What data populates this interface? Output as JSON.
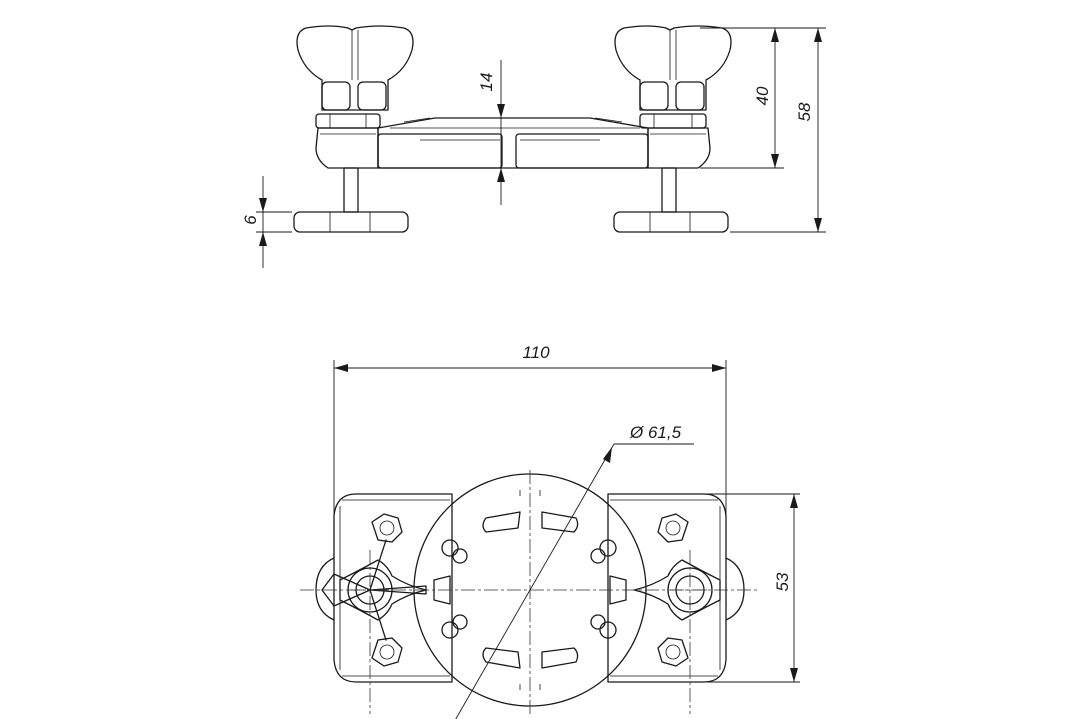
{
  "drawing": {
    "dimensions": {
      "overall_height": "58",
      "top_height": "40",
      "plate_thickness": "14",
      "foot_thickness": "6",
      "overall_length": "110",
      "circle_diameter": "Ø 61,5",
      "width": "53"
    }
  }
}
